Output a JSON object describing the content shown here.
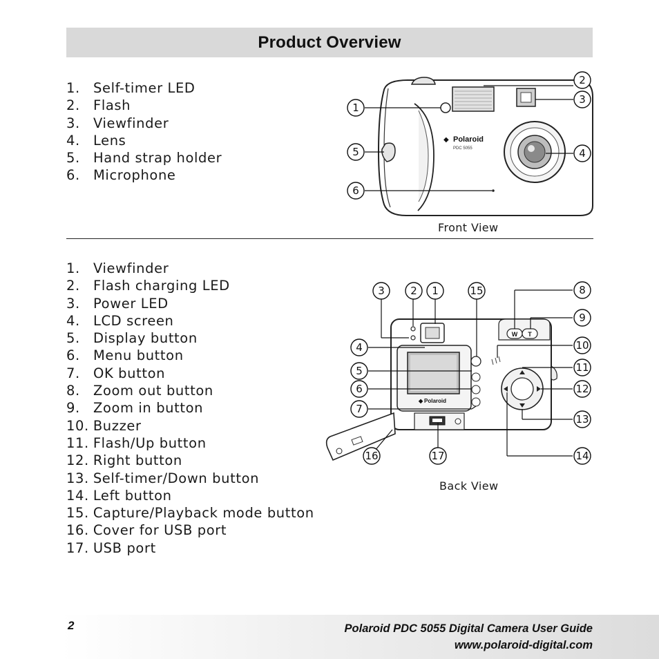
{
  "header": {
    "title": "Product Overview"
  },
  "front": {
    "items": [
      {
        "num": "1.",
        "label": "Self-timer LED"
      },
      {
        "num": "2.",
        "label": "Flash"
      },
      {
        "num": "3.",
        "label": "Viewfinder"
      },
      {
        "num": "4.",
        "label": "Lens"
      },
      {
        "num": "5.",
        "label": "Hand strap holder"
      },
      {
        "num": "6.",
        "label": "Microphone"
      }
    ],
    "caption": "Front View",
    "brand": "Polaroid",
    "model": "PDC 5055"
  },
  "back": {
    "items": [
      {
        "num": "1.",
        "label": "Viewfinder"
      },
      {
        "num": "2.",
        "label": "Flash charging LED"
      },
      {
        "num": "3.",
        "label": "Power LED"
      },
      {
        "num": "4.",
        "label": "LCD screen"
      },
      {
        "num": "5.",
        "label": "Display button"
      },
      {
        "num": "6.",
        "label": "Menu button"
      },
      {
        "num": "7.",
        "label": "OK button"
      },
      {
        "num": "8.",
        "label": "Zoom out button"
      },
      {
        "num": "9.",
        "label": "Zoom in button"
      },
      {
        "num": "10.",
        "label": "Buzzer"
      },
      {
        "num": "11.",
        "label": "Flash/Up button"
      },
      {
        "num": "12.",
        "label": "Right button"
      },
      {
        "num": "13.",
        "label": "Self-timer/Down button"
      },
      {
        "num": "14.",
        "label": "Left button"
      },
      {
        "num": "15.",
        "label": "Capture/Playback mode button"
      },
      {
        "num": "16.",
        "label": "Cover for USB port"
      },
      {
        "num": "17.",
        "label": "USB port"
      }
    ],
    "caption": "Back View",
    "brand": "Polaroid",
    "zoom_w": "W",
    "zoom_t": "T"
  },
  "callouts": {
    "front": [
      "1",
      "2",
      "3",
      "4",
      "5",
      "6"
    ],
    "back": [
      "1",
      "2",
      "3",
      "4",
      "5",
      "6",
      "7",
      "8",
      "9",
      "10",
      "11",
      "12",
      "13",
      "14",
      "15",
      "16",
      "17"
    ]
  },
  "footer": {
    "page": "2",
    "title": "Polaroid PDC 5055 Digital Camera User Guide",
    "url": "www.polaroid-digital.com"
  }
}
